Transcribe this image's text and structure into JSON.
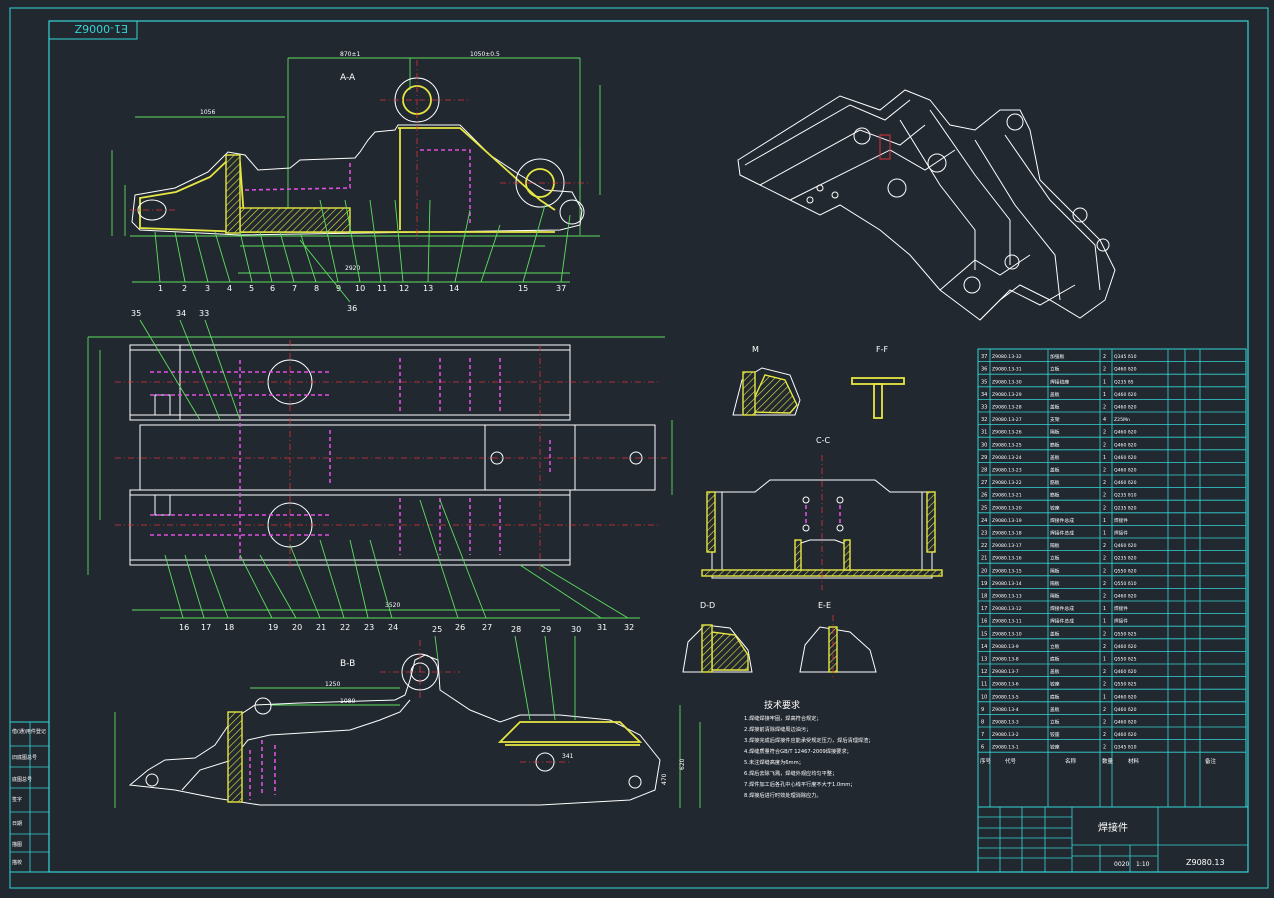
{
  "drawing": {
    "code": "E1-0006Z",
    "title_part_name": "焊接件",
    "drawing_number": "Z9080.13",
    "scale": "1:10",
    "standard_code": "0020",
    "colors": {
      "background": "#212830",
      "border": "#33d6d6",
      "outline": "#ffffff",
      "weld": "#e6e642",
      "centerline": "#e0303a",
      "hidden": "#e050e0",
      "dimension": "#5ddf5d"
    }
  },
  "views": {
    "section_aa": "A-A",
    "section_bb": "B-B",
    "section_m": "M",
    "section_ff": "F-F",
    "section_cc": "C-C",
    "section_dd": "D-D",
    "section_ee": "E-E"
  },
  "dimensions": {
    "d870": "870±1",
    "d1050": "1050±0.5",
    "d1056": "1056",
    "d2920": "2920",
    "d3520": "3520",
    "d1250": "1250",
    "d1080": "1080",
    "d620": "620",
    "d470": "470",
    "d341": "341"
  },
  "balloons_top": [
    "1",
    "2",
    "3",
    "4",
    "5",
    "6",
    "7",
    "8",
    "9",
    "10",
    "11",
    "12",
    "13",
    "14",
    "15",
    "37"
  ],
  "balloons_top_upper": [
    "36"
  ],
  "balloons_plan_upper": [
    "35",
    "34",
    "33"
  ],
  "balloons_plan_bottom": [
    "16",
    "17",
    "18",
    "19",
    "20",
    "21",
    "22",
    "23",
    "24",
    "26",
    "27",
    "31",
    "32"
  ],
  "balloons_bottom_view": [
    "25",
    "28",
    "29",
    "30"
  ],
  "tech_requirements": {
    "heading": "技术要求",
    "lines": [
      "1.焊缝焊接牢固，焊高符合规定；",
      "2.焊接前清除焊缝周边油污；",
      "3.焊接完成后焊接件应能承受规定压力，焊后清理焊渣；",
      "4.焊缝质量符合GB/T 12467-2009焊接要求；",
      "5.未注焊缝高度为6mm；",
      "6.焊后去除飞溅，焊缝外观应均匀平整；",
      "7.焊件加工后各孔中心线平行度不大于1.0mm；",
      "8.焊接后进行时效处理消除应力。"
    ]
  },
  "parts_list": {
    "rows": [
      {
        "no": "37",
        "code": "Z9080.13-32",
        "name": "加强板",
        "qty": "2",
        "material": "Q345 δ10"
      },
      {
        "no": "36",
        "code": "Z9080.13-31",
        "name": "立板",
        "qty": "2",
        "material": "Q460 δ20"
      },
      {
        "no": "35",
        "code": "Z9080.13-30",
        "name": "焊接铰座",
        "qty": "1",
        "material": "Q235 δ5"
      },
      {
        "no": "34",
        "code": "Z9080.13-29",
        "name": "盖板",
        "qty": "1",
        "material": "Q460 δ20"
      },
      {
        "no": "33",
        "code": "Z9080.13-28",
        "name": "盖板",
        "qty": "2",
        "material": "Q460 δ20"
      },
      {
        "no": "32",
        "code": "Z9080.13-27",
        "name": "支架",
        "qty": "4",
        "material": "Z25Mn"
      },
      {
        "no": "31",
        "code": "Z9080.13-26",
        "name": "隔板",
        "qty": "2",
        "material": "Q460 δ20"
      },
      {
        "no": "30",
        "code": "Z9080.13-25",
        "name": "筋板",
        "qty": "2",
        "material": "Q460 δ20"
      },
      {
        "no": "29",
        "code": "Z9080.13-24",
        "name": "盖板",
        "qty": "1",
        "material": "Q460 δ20"
      },
      {
        "no": "28",
        "code": "Z9080.13-23",
        "name": "盖板",
        "qty": "2",
        "material": "Q460 δ20"
      },
      {
        "no": "27",
        "code": "Z9080.13-22",
        "name": "筋板",
        "qty": "2",
        "material": "Q460 δ20"
      },
      {
        "no": "26",
        "code": "Z9080.13-21",
        "name": "筋板",
        "qty": "2",
        "material": "Q235 δ10"
      },
      {
        "no": "25",
        "code": "Z9080.13-20",
        "name": "铰座",
        "qty": "2",
        "material": "Q235 δ20"
      },
      {
        "no": "24",
        "code": "Z9080.13-19",
        "name": "焊接件总成",
        "qty": "1",
        "material": "焊接件"
      },
      {
        "no": "23",
        "code": "Z9080.13-18",
        "name": "焊接件总成",
        "qty": "1",
        "material": "焊接件"
      },
      {
        "no": "22",
        "code": "Z9080.13-17",
        "name": "隔板",
        "qty": "2",
        "material": "Q460 δ20"
      },
      {
        "no": "21",
        "code": "Z9080.13-16",
        "name": "立板",
        "qty": "2",
        "material": "Q235 δ20"
      },
      {
        "no": "20",
        "code": "Z9080.13-15",
        "name": "隔板",
        "qty": "2",
        "material": "Q550 δ20"
      },
      {
        "no": "19",
        "code": "Z9080.13-14",
        "name": "隔板",
        "qty": "2",
        "material": "Q550 δ10"
      },
      {
        "no": "18",
        "code": "Z9080.13-13",
        "name": "隔板",
        "qty": "2",
        "material": "Q460 δ20"
      },
      {
        "no": "17",
        "code": "Z9080.13-12",
        "name": "焊接件总成",
        "qty": "1",
        "material": "焊接件"
      },
      {
        "no": "16",
        "code": "Z9080.13-11",
        "name": "焊接件总成",
        "qty": "1",
        "material": "焊接件"
      },
      {
        "no": "15",
        "code": "Z9080.13-10",
        "name": "盖板",
        "qty": "2",
        "material": "Q550 δ25"
      },
      {
        "no": "14",
        "code": "Z9080.13-9",
        "name": "立板",
        "qty": "2",
        "material": "Q460 δ20"
      },
      {
        "no": "13",
        "code": "Z9080.13-8",
        "name": "底板",
        "qty": "1",
        "material": "Q550 δ25"
      },
      {
        "no": "12",
        "code": "Z9080.13-7",
        "name": "盖板",
        "qty": "2",
        "material": "Q460 δ20"
      },
      {
        "no": "11",
        "code": "Z9080.13-6",
        "name": "铰座",
        "qty": "2",
        "material": "Q550 δ25"
      },
      {
        "no": "10",
        "code": "Z9080.13-5",
        "name": "底板",
        "qty": "1",
        "material": "Q460 δ20"
      },
      {
        "no": "9",
        "code": "Z9080.13-4",
        "name": "盖板",
        "qty": "2",
        "material": "Q460 δ20"
      },
      {
        "no": "8",
        "code": "Z9080.13-3",
        "name": "立板",
        "qty": "2",
        "material": "Q460 δ20"
      },
      {
        "no": "7",
        "code": "Z9080.13-2",
        "name": "铰座",
        "qty": "2",
        "material": "Q460 δ20"
      },
      {
        "no": "6",
        "code": "Z9080.13-1",
        "name": "铰座",
        "qty": "2",
        "material": "Q345 δ10"
      }
    ],
    "header": {
      "no": "序号",
      "code": "代号",
      "name": "名称",
      "qty": "数量",
      "material": "材料",
      "remark": "备注"
    }
  },
  "left_stamp": [
    "借(通)用件登记",
    "旧底图总号",
    "底图总号",
    "签字",
    "日期",
    "描图",
    "描校"
  ]
}
